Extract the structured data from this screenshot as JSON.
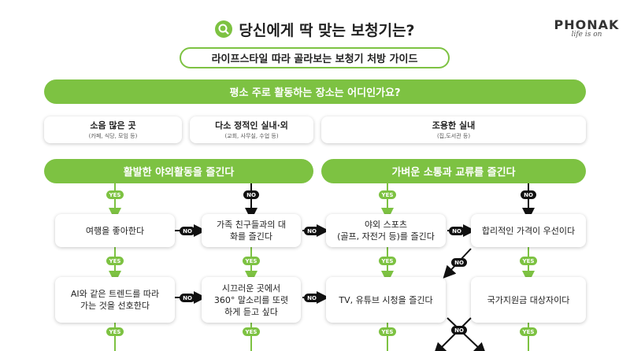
{
  "header": {
    "title": "당신에게 딱 맞는 보청기는?",
    "subtitle": "라이프스타일 따라 골라보는 보청기 처방 가이드"
  },
  "brand": {
    "name": "PHONAK",
    "tagline": "life is on"
  },
  "colors": {
    "accent": "#7dc242",
    "dark": "#111111"
  },
  "question": "평소 주로 활동하는 장소는 어디인가요?",
  "options": [
    {
      "label": "소음 많은 곳",
      "sub": "(카페, 식당, 모임 등)"
    },
    {
      "label": "다소 정적인 실내·외",
      "sub": "(교회, 사무실, 수업 등)"
    },
    {
      "label": "조용한 실내",
      "sub": "(집,도서관 등)"
    }
  ],
  "categories": {
    "left": "활발한 야외활동을 즐긴다",
    "right": "가벼운 소통과 교류를 즐긴다"
  },
  "labels": {
    "yes": "YES",
    "no": "NO"
  },
  "cards": {
    "travel": "여행을 좋아한다",
    "family": "가족 친구들과의 대화를 즐긴다",
    "sports": "야외 스포츠",
    "sports_sub": "(골프, 자전거 등)를 즐긴다",
    "price": "합리적인 가격이 우선이다",
    "ai": "AI와 같은 트렌드를 따라가는 것을 선호한다",
    "noisy": "시끄러운 곳에서 360° 말소리를 또렷하게 듣고 싶다",
    "tv": "TV, 유튜브 시청을 즐긴다",
    "subsidy": "국가지원금 대상자이다"
  }
}
